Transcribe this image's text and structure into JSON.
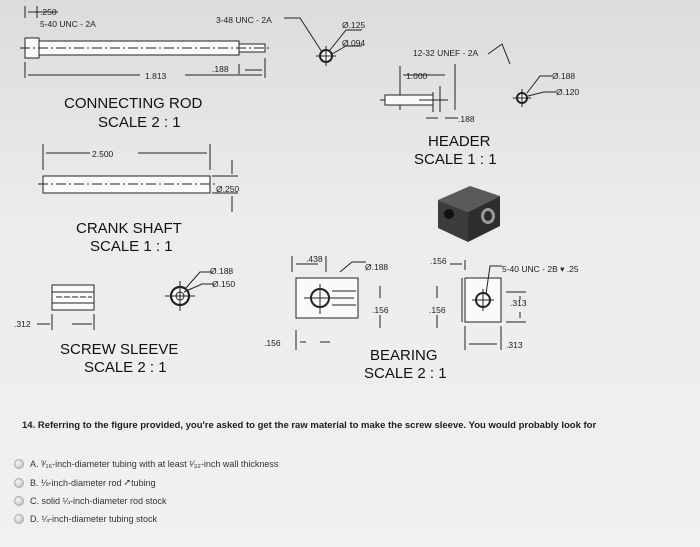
{
  "drawings": {
    "connecting_rod": {
      "dim_250": ".250",
      "thread_left": "5-40 UNC - 2A",
      "thread_right": "3-48 UNC - 2A",
      "dia_125": "Ø.125",
      "dia_094": "Ø.094",
      "dim_188": ".188",
      "dim_1813": "1.813",
      "title": "CONNECTING ROD",
      "scale": "SCALE 2 : 1"
    },
    "header": {
      "thread": "12-32 UNEF - 2A",
      "dim_1000": "1.000",
      "dia_188": "Ø.188",
      "dia_120": "Ø.120",
      "dim_188": ".188",
      "title": "HEADER",
      "scale": "SCALE 1 : 1"
    },
    "crank_shaft": {
      "dim_2500": "2.500",
      "dia_250": "Ø.250",
      "title": "CRANK SHAFT",
      "scale": "SCALE 1 : 1"
    },
    "screw_sleeve": {
      "dia_188": "Ø.188",
      "dia_150": "Ø.150",
      "dim_312": ".312",
      "title": "SCREW SLEEVE",
      "scale": "SCALE 2 : 1"
    },
    "bearing": {
      "dim_438": ".438",
      "dia_188": "Ø.188",
      "dim_156_top": ".156",
      "thread": "5-40 UNC - 2B ▾ .25",
      "dim_313_a": ".313",
      "dim_156_a": ".156",
      "dim_156_b": ".156",
      "dim_156_left": ".156",
      "dim_313_b": ".313",
      "title": "BEARING",
      "scale": "SCALE 2 : 1"
    }
  },
  "quiz": {
    "question": "14.  Referring to the figure provided, you're asked to get the raw material to make the screw sleeve. You would probably look for",
    "options": [
      {
        "label": "A. ³⁄₁₆-inch-diameter tubing with at least ¹⁄₃₂-inch wall thickness"
      },
      {
        "label": "B. ⅛-inch-diameter rod"
      },
      {
        "label": "C. solid ¼-inch-diameter rod stock"
      },
      {
        "label": "D. ¼-inch-diameter tubing stock"
      }
    ],
    "option_b_suffix": "tubing"
  }
}
